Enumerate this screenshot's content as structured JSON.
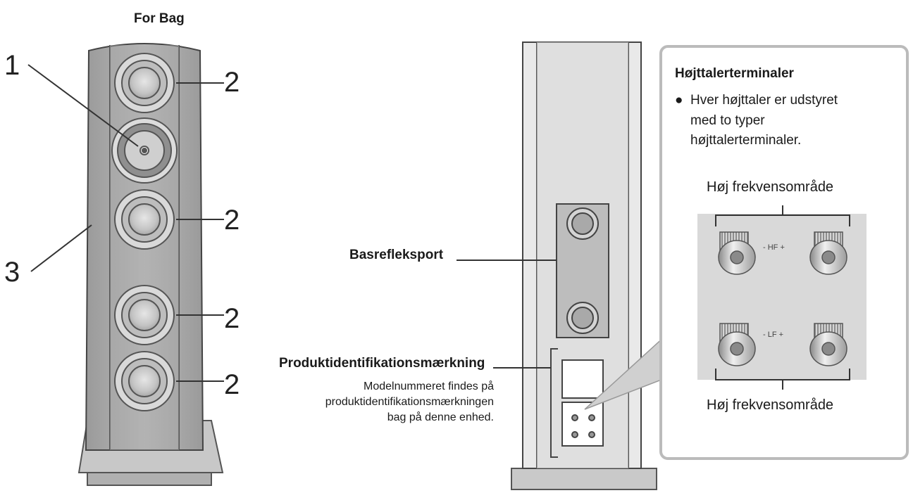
{
  "front": {
    "title": "For Bag",
    "callouts": {
      "tweeter": "1",
      "woofer": "2",
      "cabinet": "3"
    }
  },
  "back": {
    "bass_reflex_label": "Basrefleksport",
    "product_id": {
      "label": "Produktidentifikationsmærkning",
      "note_lines": [
        "Modelnummeret findes på",
        "produktidentifikationsmærkningen",
        "bag på denne enhed."
      ]
    }
  },
  "terminals_panel": {
    "title": "Højttalerterminaler",
    "bullet": "●",
    "description_lines": [
      "Hver højttaler er udstyret",
      "med to typer",
      "højttalerterminaler."
    ],
    "top_label": "Høj frekvensområde",
    "bottom_label": "Høj frekvensområde",
    "hf_marking": "- HF +",
    "lf_marking": "- LF +"
  }
}
